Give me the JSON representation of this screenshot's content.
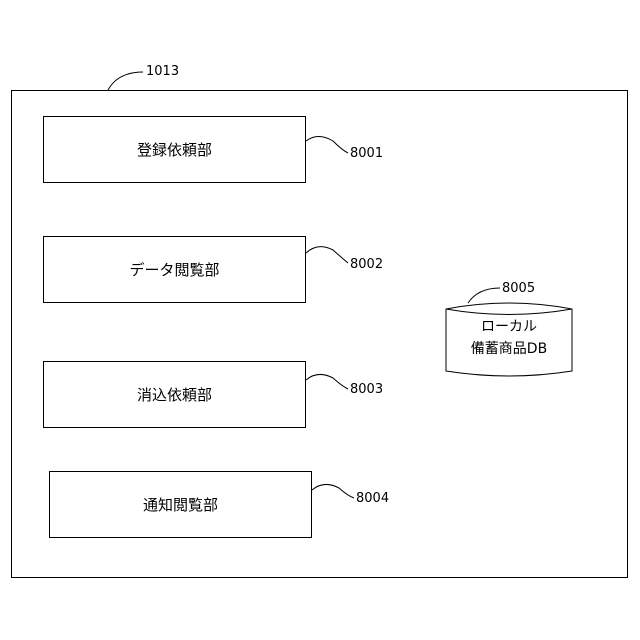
{
  "refs": {
    "frame": "1013",
    "box1": "8001",
    "box2": "8002",
    "box3": "8003",
    "box4": "8004",
    "db": "8005"
  },
  "boxes": {
    "box1": "登録依頼部",
    "box2": "データ閲覧部",
    "box3": "消込依頼部",
    "box4": "通知閲覧部"
  },
  "db": {
    "line1": "ローカル",
    "line2": "備蓄商品DB"
  }
}
